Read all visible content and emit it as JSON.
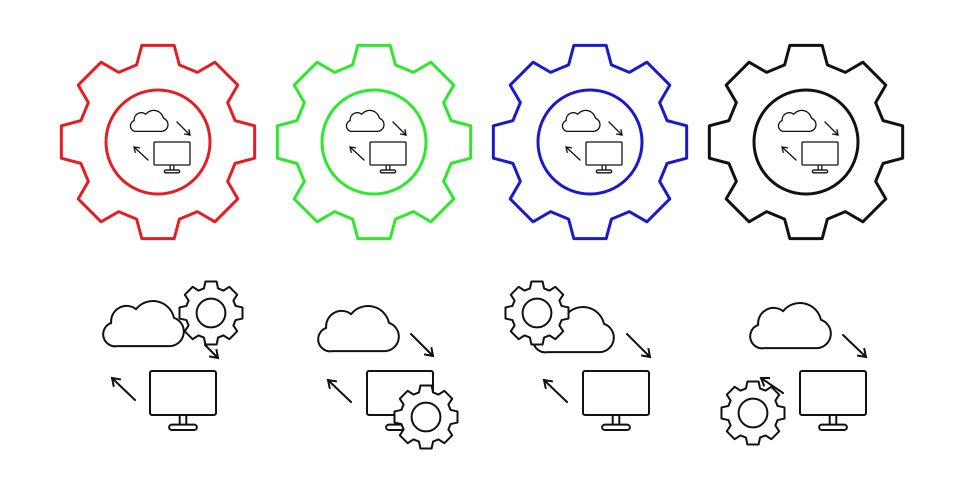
{
  "colors": {
    "red": "#e31e24",
    "green": "#2ee82e",
    "blue": "#1a1acc",
    "black": "#111111",
    "icon": "#111111"
  },
  "gear_icons": [
    {
      "name": "red-gear-cloud-computer-icon",
      "color": "red"
    },
    {
      "name": "green-gear-cloud-computer-icon",
      "color": "green"
    },
    {
      "name": "blue-gear-cloud-computer-icon",
      "color": "blue"
    },
    {
      "name": "black-gear-cloud-computer-icon",
      "color": "black"
    }
  ],
  "line_icons": [
    {
      "name": "cloud-computer-gear-top-right-icon",
      "gear_position": "top-right"
    },
    {
      "name": "cloud-computer-gear-bottom-right-icon",
      "gear_position": "bottom-right"
    },
    {
      "name": "cloud-computer-gear-top-left-icon",
      "gear_position": "top-left"
    },
    {
      "name": "cloud-computer-gear-bottom-left-icon",
      "gear_position": "bottom-left"
    }
  ]
}
